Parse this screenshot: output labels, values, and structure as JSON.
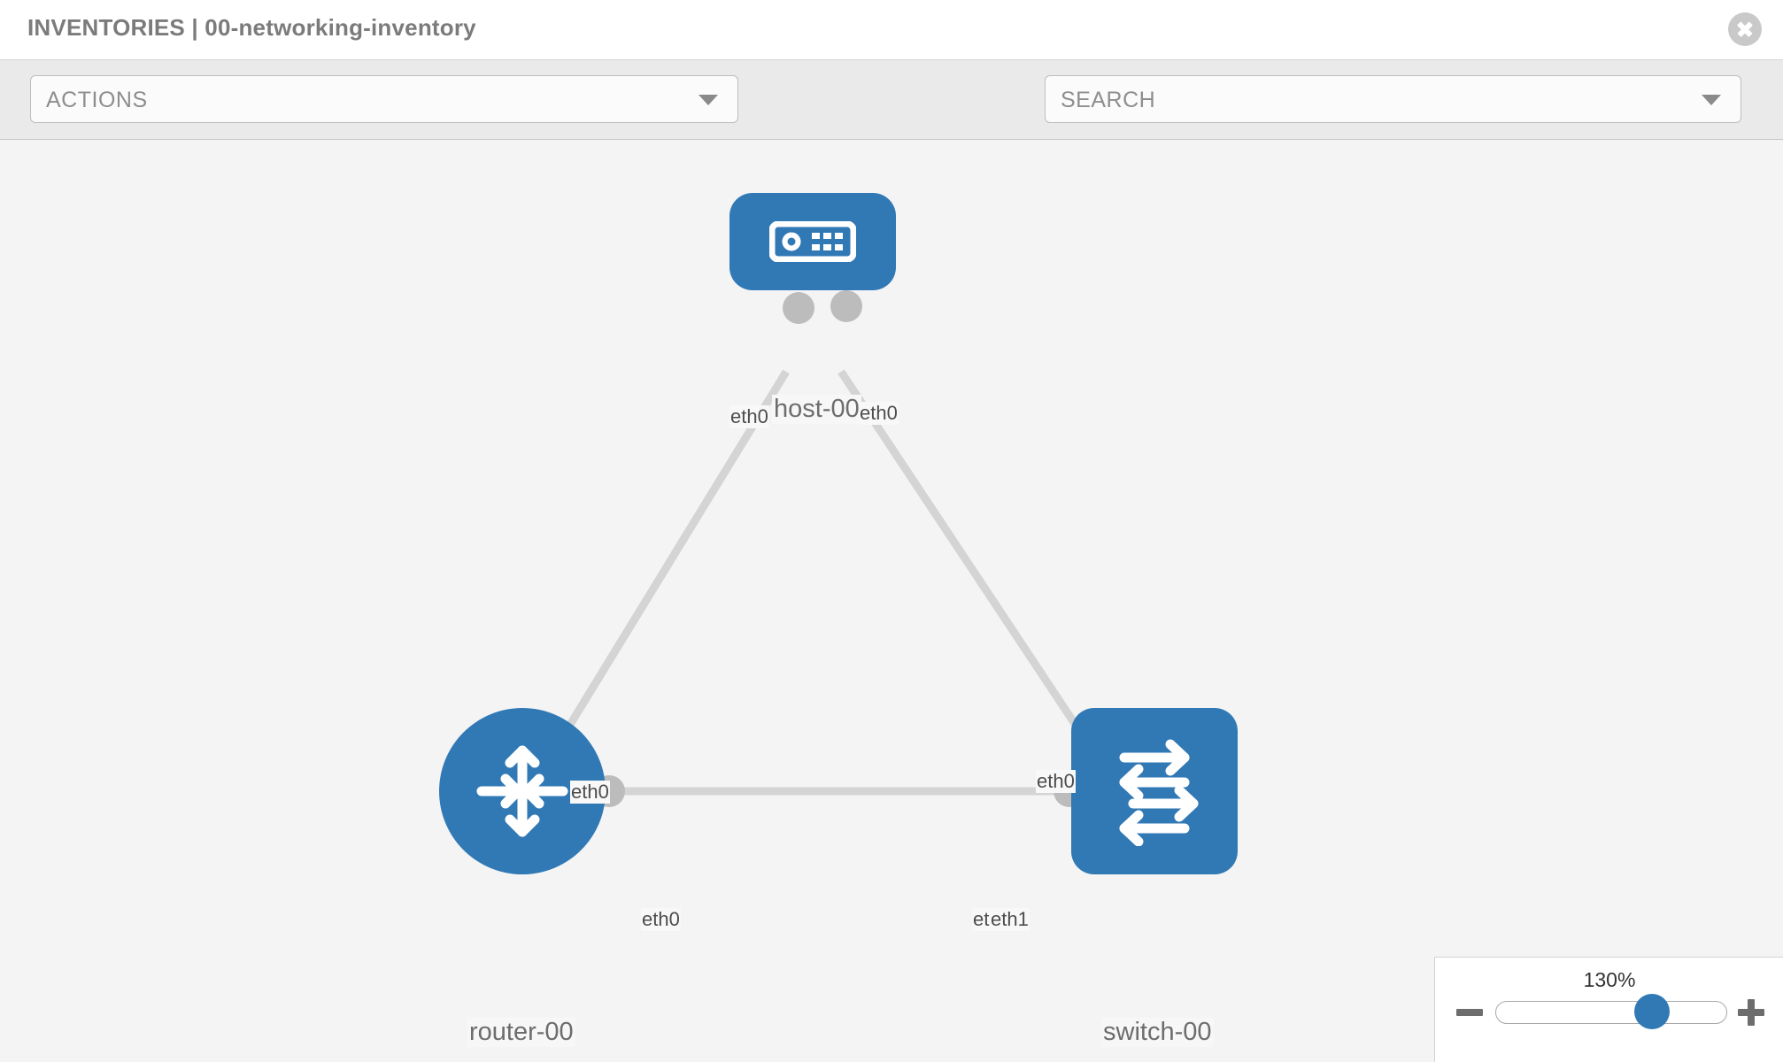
{
  "header": {
    "title": "INVENTORIES | 00-networking-inventory",
    "close_label": "close-icon"
  },
  "toolbar": {
    "actions_label": "ACTIONS",
    "search_placeholder": "SEARCH",
    "wrench_icon": "wrench-icon",
    "key_icon": "key-icon"
  },
  "topology": {
    "nodes": [
      {
        "id": "host-00",
        "label": "host-00",
        "type": "host"
      },
      {
        "id": "router-00",
        "label": "router-00",
        "type": "router"
      },
      {
        "id": "switch-00",
        "label": "switch-00",
        "type": "switch"
      }
    ],
    "edge_labels": {
      "host_left": "eth0",
      "host_right": "eth0",
      "router_up": "eth0",
      "switch_up": "eth0",
      "router_right": "eth0",
      "switch_left_under": "eth0",
      "switch_left": "eth1"
    },
    "accent_color": "#3179b5",
    "link_color": "#d4d4d4",
    "nub_color": "#bcbcbc"
  },
  "zoom": {
    "value_label": "130%",
    "minus_label": "zoom-out",
    "plus_label": "zoom-in",
    "slider_percent": 130
  }
}
